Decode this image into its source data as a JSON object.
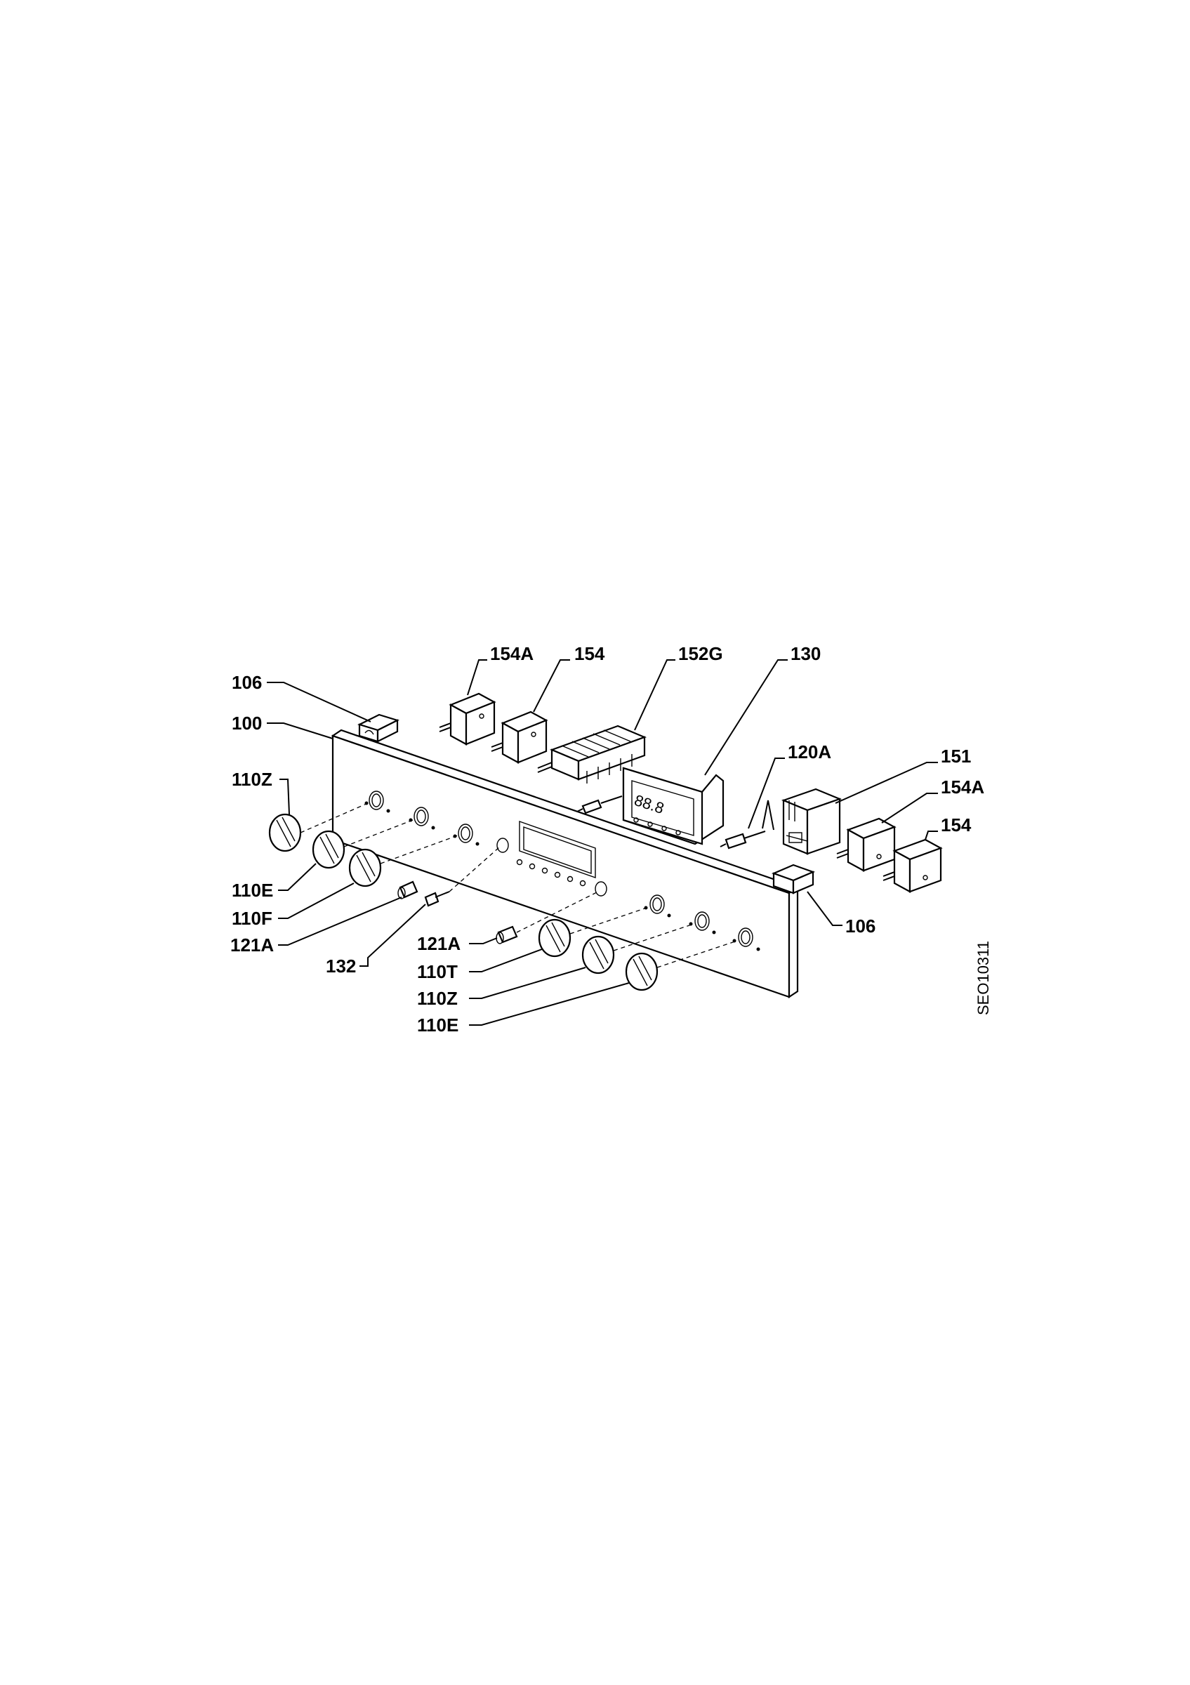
{
  "drawing_code": "SEO10311",
  "display_digits": "88.8",
  "callouts": [
    {
      "id": "c-106-top",
      "label": "106"
    },
    {
      "id": "c-100",
      "label": "100"
    },
    {
      "id": "c-110z-left",
      "label": "110Z"
    },
    {
      "id": "c-110e-left",
      "label": "110E"
    },
    {
      "id": "c-110f",
      "label": "110F"
    },
    {
      "id": "c-121a-left",
      "label": "121A"
    },
    {
      "id": "c-132",
      "label": "132"
    },
    {
      "id": "c-121a-mid",
      "label": "121A"
    },
    {
      "id": "c-110t",
      "label": "110T"
    },
    {
      "id": "c-110z-mid",
      "label": "110Z"
    },
    {
      "id": "c-110e-mid",
      "label": "110E"
    },
    {
      "id": "c-154a-top",
      "label": "154A"
    },
    {
      "id": "c-154-top",
      "label": "154"
    },
    {
      "id": "c-152g",
      "label": "152G"
    },
    {
      "id": "c-130",
      "label": "130"
    },
    {
      "id": "c-120a",
      "label": "120A"
    },
    {
      "id": "c-151",
      "label": "151"
    },
    {
      "id": "c-154a-right",
      "label": "154A"
    },
    {
      "id": "c-154-right",
      "label": "154"
    },
    {
      "id": "c-106-right",
      "label": "106"
    }
  ]
}
